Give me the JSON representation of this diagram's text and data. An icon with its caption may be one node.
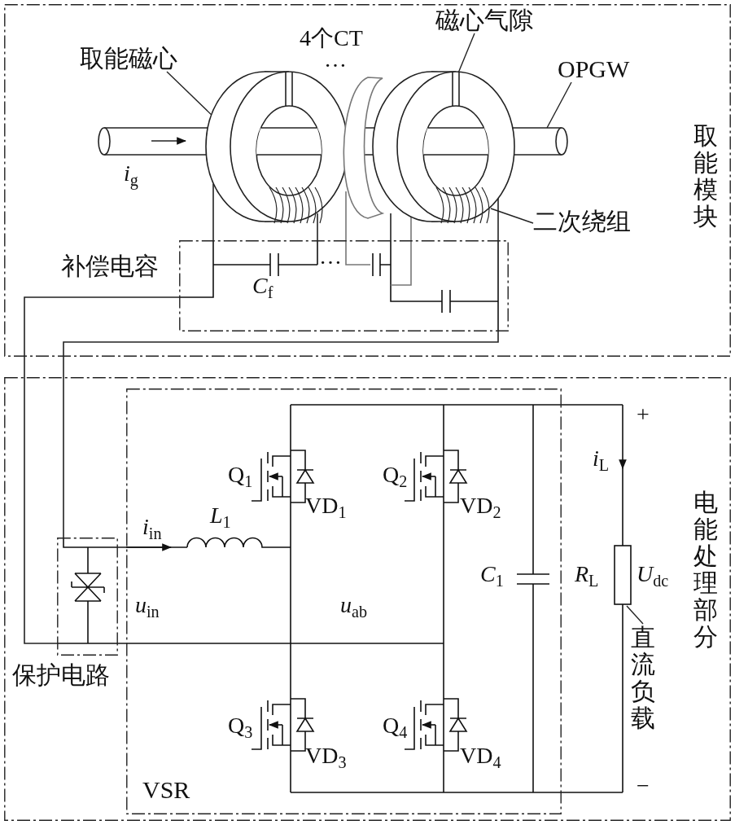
{
  "diagram": {
    "nodes": [
      {
        "text": [
          "取能模块"
        ]
      },
      {
        "text": [
          "补偿电容"
        ],
        "in": 0
      },
      {
        "text": [
          "电能处理部分"
        ]
      },
      {
        "text": [
          "VSR"
        ],
        "in": 2
      },
      {
        "text": [
          "保护电路"
        ],
        "in": 2
      },
      {
        "text": [
          "取能磁心"
        ],
        "in": 0
      },
      {
        "text": [
          "磁心气隙"
        ],
        "in": 0
      },
      {
        "text": [
          "OPGW"
        ],
        "in": 0
      },
      {
        "text": [
          "二次绕组"
        ],
        "in": 0
      },
      {
        "text": [
          "直流负载"
        ],
        "in": 2
      },
      {
        "text": [],
        "shape": "picture",
        "in": 0,
        "beside": [
          "…"
        ]
      }
    ],
    "edges": [
      {
        "from": 5,
        "to": 10,
        "arrow": "none"
      },
      {
        "from": 6,
        "to": 10,
        "arrow": "none"
      },
      {
        "from": 7,
        "to": 10,
        "arrow": "none"
      },
      {
        "from": 8,
        "to": 10,
        "arrow": "none"
      },
      {
        "from": 9,
        "to": null,
        "arrow": "none"
      },
      {
        "from": 10,
        "to": 1,
        "arrow": "none"
      },
      {
        "from": 10,
        "to": 1,
        "arrow": "none"
      },
      {
        "from": 10,
        "to": 1,
        "arrow": "none",
        "color": "#777777"
      },
      {
        "from": 10,
        "to": 1,
        "arrow": "none"
      },
      {
        "from": 10,
        "to": 1,
        "arrow": "none",
        "color": "#777777"
      },
      {
        "from": 10,
        "to": 1,
        "arrow": "none"
      },
      {
        "from": 1,
        "to": 4,
        "arrow": "none"
      },
      {
        "from": 1,
        "to": 4,
        "arrow": "none"
      },
      {
        "from": 4,
        "to": 3,
        "arrow": "none"
      },
      {
        "from": 4,
        "to": 3,
        "arrow": "none"
      }
    ],
    "labels": [
      "4个CT",
      "*i*$_{g}$",
      "…",
      "*C*$_{f}$",
      "+",
      "*i*$_{L}$",
      "Q$_{1}$",
      "VD$_{1}$",
      "Q$_{2}$",
      "VD$_{2}$",
      "*i*$_{in}$",
      "*L*$_{1}$",
      "*C*$_{1}$",
      "*R*$_{L}$",
      "*U*$_{dc}$",
      "*u*$_{in}$",
      "*u*$_{ab}$",
      "Q$_{3}$",
      "VD$_{3}$",
      "Q$_{4}$",
      "VD$_{4}$",
      "−"
    ]
  }
}
